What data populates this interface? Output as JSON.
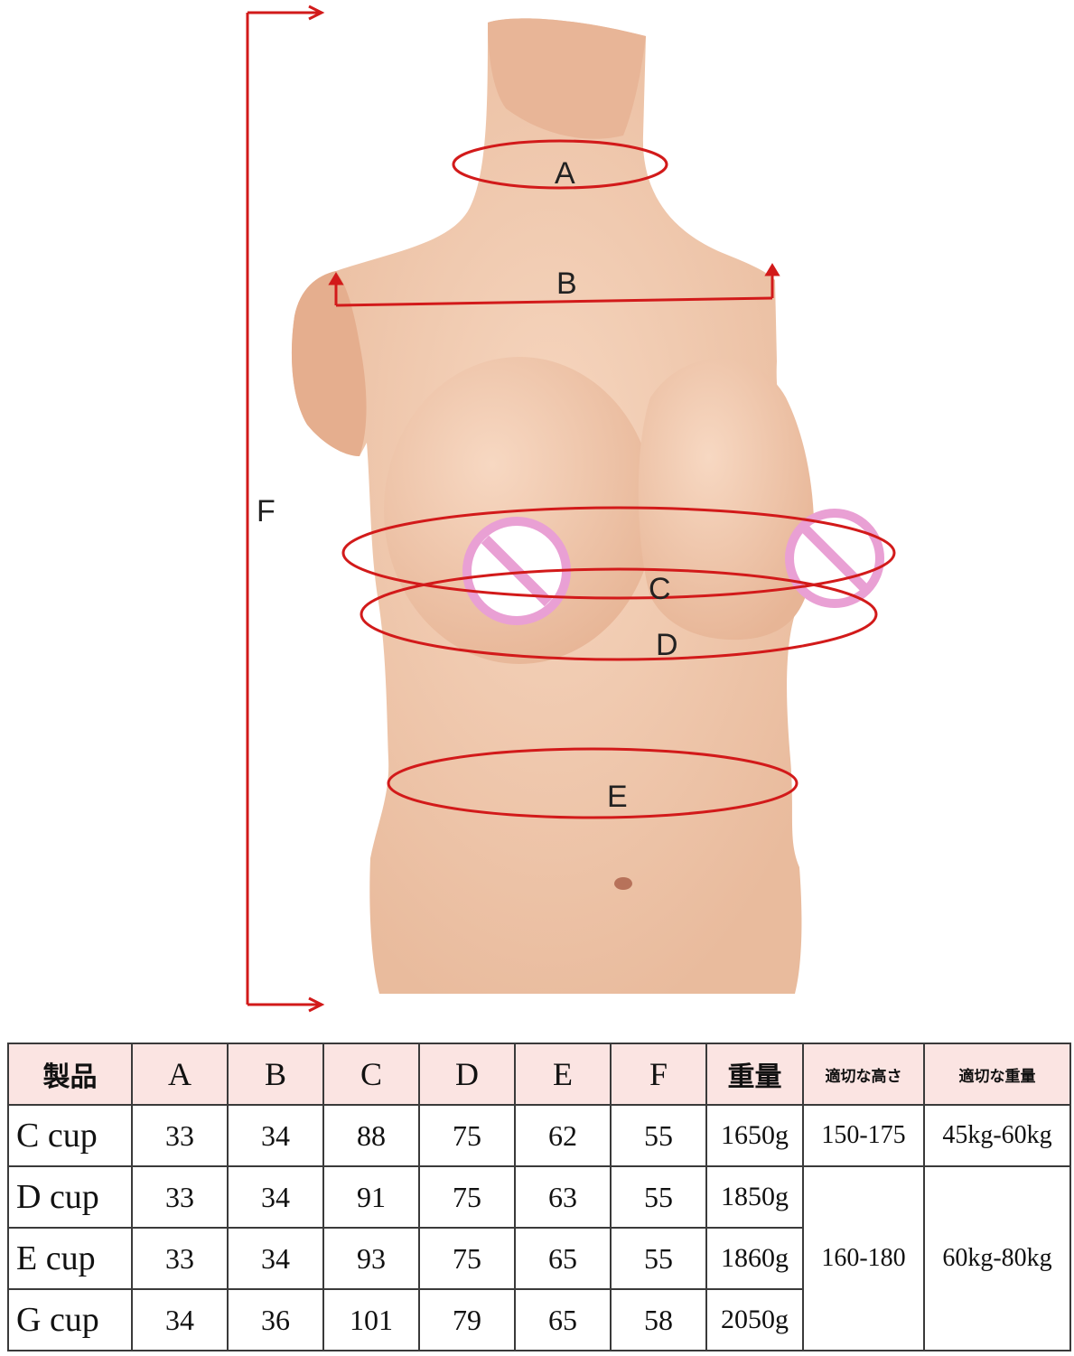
{
  "diagram": {
    "labels": {
      "a": "A",
      "b": "B",
      "c": "C",
      "d": "D",
      "e": "E",
      "f": "F"
    },
    "colors": {
      "skin": "#f2cdb3",
      "skin_shadow": "#e3b396",
      "measure_line": "#d21a1a",
      "censor": "#e9a0d4"
    }
  },
  "table": {
    "headers": [
      "製品",
      "A",
      "B",
      "C",
      "D",
      "E",
      "F",
      "重量",
      "適切な高さ",
      "適切な重量"
    ],
    "rows": [
      {
        "product": "C cup",
        "a": "33",
        "b": "34",
        "c": "88",
        "d": "75",
        "e": "62",
        "f": "55",
        "weight": "1650g"
      },
      {
        "product": "D cup",
        "a": "33",
        "b": "34",
        "c": "91",
        "d": "75",
        "e": "63",
        "f": "55",
        "weight": "1850g"
      },
      {
        "product": "E cup",
        "a": "33",
        "b": "34",
        "c": "93",
        "d": "75",
        "e": "65",
        "f": "55",
        "weight": "1860g"
      },
      {
        "product": "G cup",
        "a": "34",
        "b": "36",
        "c": "101",
        "d": "79",
        "e": "65",
        "f": "58",
        "weight": "2050g"
      }
    ],
    "fit_groups": [
      {
        "height": "150-175",
        "weight": "45kg-60kg"
      },
      {
        "height": "160-180",
        "weight": "60kg-80kg"
      }
    ],
    "header_bg": "#fbe4e2"
  }
}
